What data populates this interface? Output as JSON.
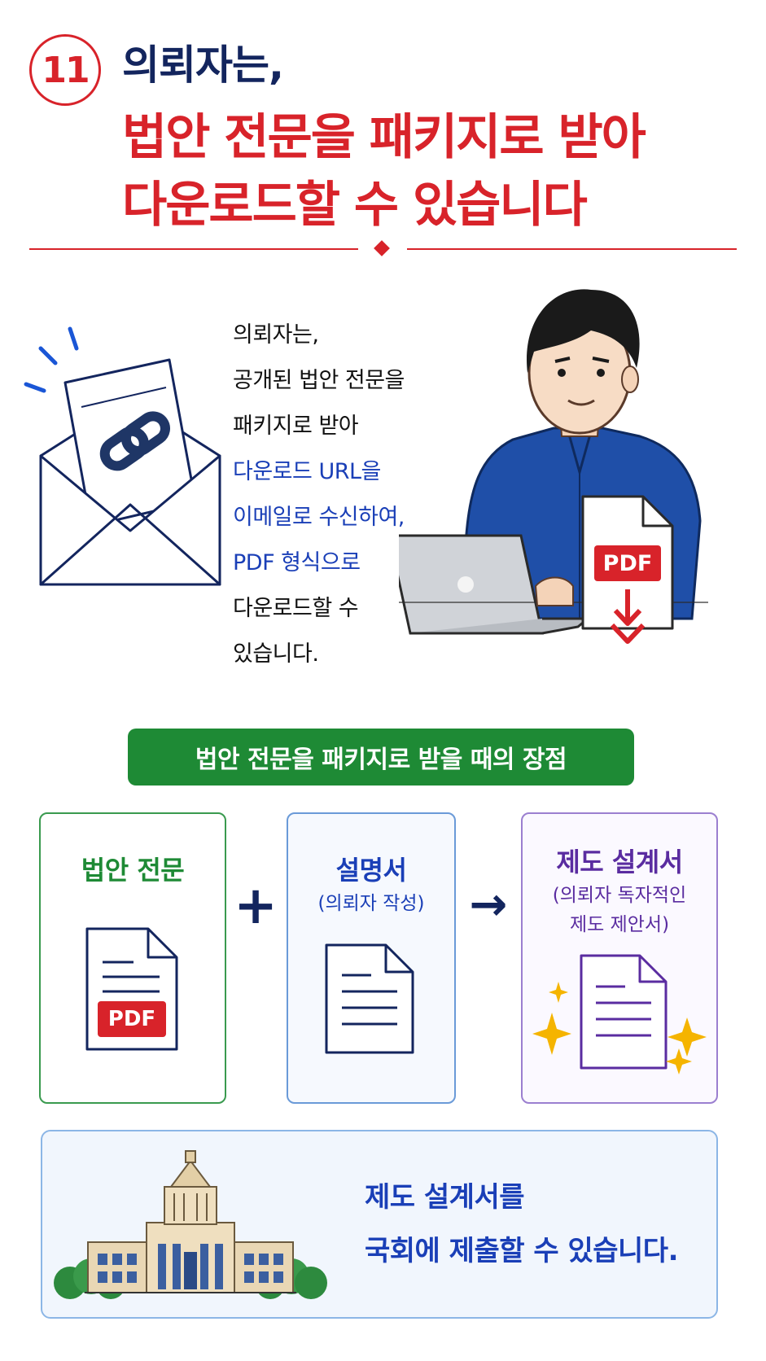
{
  "header": {
    "step_number": "11",
    "line1": "의뢰자는,",
    "line2": "법안 전문을 패키지로 받아",
    "line3": "다운로드할 수 있습니다"
  },
  "intro": {
    "lines": [
      {
        "text": "의뢰자는,",
        "color": "#111111"
      },
      {
        "text": "공개된 법안 전문을",
        "color": "#111111"
      },
      {
        "text": "패키지로 받아",
        "color": "#111111"
      },
      {
        "text": "다운로드 URL을",
        "color": "#1a3fb7"
      },
      {
        "text": "이메일로 수신하여,",
        "color": "#1a3fb7"
      },
      {
        "text": "PDF 형식으로",
        "color": "#1a3fb7"
      },
      {
        "text": "다운로드할 수",
        "color": "#111111"
      },
      {
        "text": "있습니다.",
        "color": "#111111"
      }
    ],
    "pdf_badge": "PDF"
  },
  "section_title": "법안 전문을 패키지로 받을 때의 장점",
  "cards": [
    {
      "title": "법안 전문",
      "subtitle": "",
      "badge": "PDF",
      "accent": "#1e8a35"
    },
    {
      "title": "설명서",
      "subtitle": "(의뢰자 작성)",
      "accent": "#1a3fb7"
    },
    {
      "title": "제도 설계서",
      "subtitle_line1": "(의뢰자 독자적인",
      "subtitle_line2": "제도 제안서)",
      "accent": "#5a2ca0"
    }
  ],
  "operators": {
    "plus": "+",
    "arrow": "→"
  },
  "bottom": {
    "line1": "제도 설계서를",
    "line2": "국회에 제출할 수 있습니다."
  },
  "icons": [
    "envelope-link-icon",
    "person-laptop-illustration",
    "pdf-download-icon",
    "document-icon",
    "sparkle-icon",
    "parliament-building-illustration"
  ],
  "colors": {
    "red": "#d8232a",
    "navy": "#13255e",
    "blue": "#1a3fb7",
    "green": "#1e8a35",
    "purple": "#5a2ca0"
  }
}
